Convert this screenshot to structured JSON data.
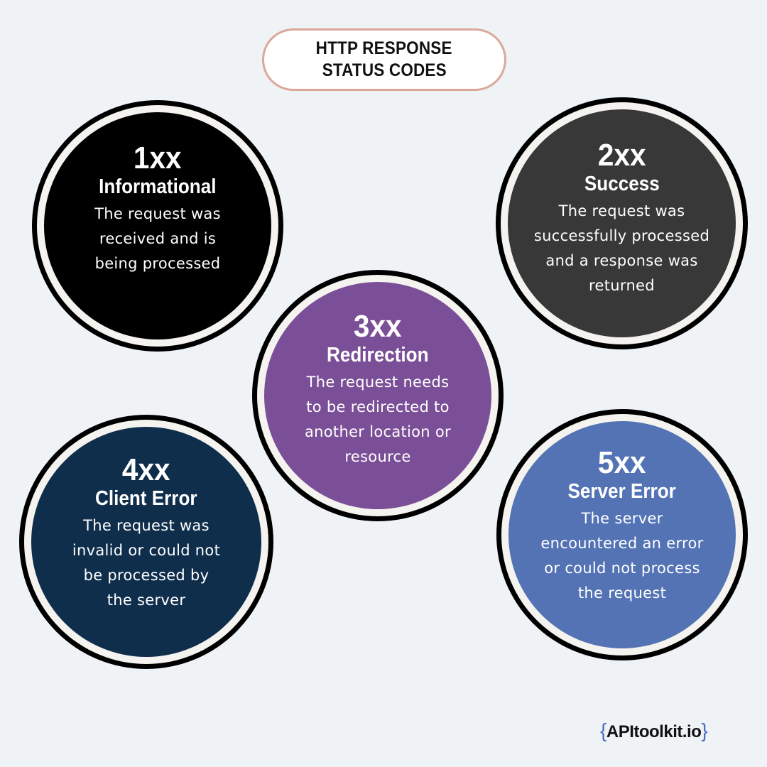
{
  "title": {
    "lines": [
      "HTTP RESPONSE",
      "STATUS CODES"
    ],
    "border_color": "#d9a89a"
  },
  "codes": [
    {
      "code": "1xx",
      "category": "Informational",
      "description_lines": [
        "The request was",
        "received and is",
        "being processed"
      ],
      "color": "#000000"
    },
    {
      "code": "2xx",
      "category": "Success",
      "description_lines": [
        "The request was",
        "successfully processed",
        "and a response was",
        "returned"
      ],
      "color": "#383838"
    },
    {
      "code": "3xx",
      "category": "Redirection",
      "description_lines": [
        "The request needs",
        "to be redirected to",
        "another location or",
        "resource"
      ],
      "color": "#7b4f97"
    },
    {
      "code": "4xx",
      "category": "Client Error",
      "description_lines": [
        "The request was",
        "invalid or could not",
        "be processed by",
        "the server"
      ],
      "color": "#0f2e4c"
    },
    {
      "code": "5xx",
      "category": "Server Error",
      "description_lines": [
        "The server",
        "encountered an error",
        "or could not process",
        "the request"
      ],
      "color": "#5373b5"
    }
  ],
  "logo": {
    "open_brace": "{",
    "name": "APItoolkit.io",
    "close_brace": "}",
    "brace_color": "#4b6cc1"
  }
}
